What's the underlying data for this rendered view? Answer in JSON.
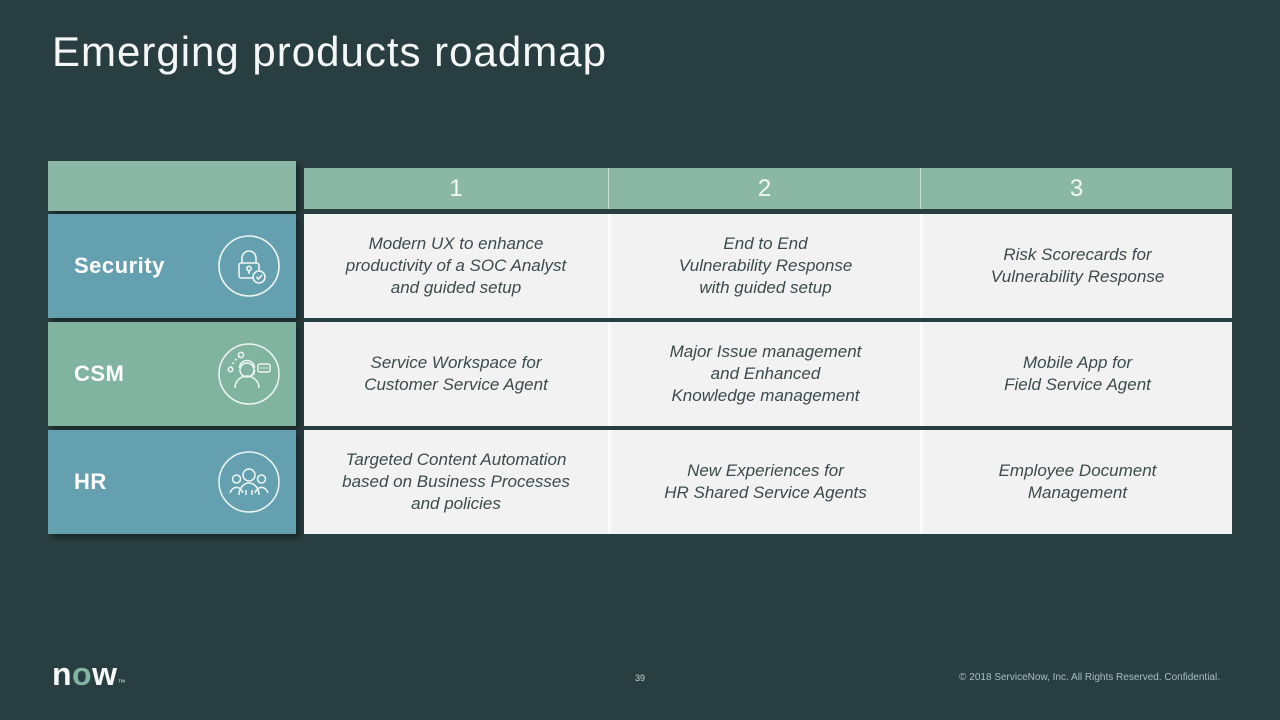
{
  "slide": {
    "title": "Emerging products roadmap",
    "background_color": "#293e40"
  },
  "table": {
    "column_headers": [
      "1",
      "2",
      "3"
    ],
    "header_color": "#8ab8a5",
    "cell_background": "#f2f2f2",
    "cell_text_color": "#3c4b4d",
    "rows": [
      {
        "label": "Security",
        "icon": "lock-check-icon",
        "color": "#64a0b0",
        "cells": [
          "Modern UX to enhance\nproductivity of a SOC Analyst\nand guided setup",
          "End to End\nVulnerability Response\nwith guided setup",
          "Risk Scorecards for\nVulnerability Response"
        ]
      },
      {
        "label": "CSM",
        "icon": "customer-service-agent-icon",
        "color": "#80b4a1",
        "cells": [
          "Service Workspace for\nCustomer Service Agent",
          "Major Issue management\nand Enhanced\nKnowledge management",
          "Mobile App for\nField Service Agent"
        ]
      },
      {
        "label": "HR",
        "icon": "people-group-icon",
        "color": "#64a0b0",
        "cells": [
          "Targeted Content Automation\nbased on Business Processes\nand policies",
          "New Experiences for\nHR Shared Service Agents",
          "Employee Document\nManagement"
        ]
      }
    ]
  },
  "footer": {
    "logo": {
      "n": "n",
      "o": "o",
      "w": "w",
      "tm": "™",
      "accent_color": "#81b5a1"
    },
    "page_number": "39",
    "copyright": "© 2018 ServiceNow, Inc. All Rights Reserved. Confidential."
  }
}
